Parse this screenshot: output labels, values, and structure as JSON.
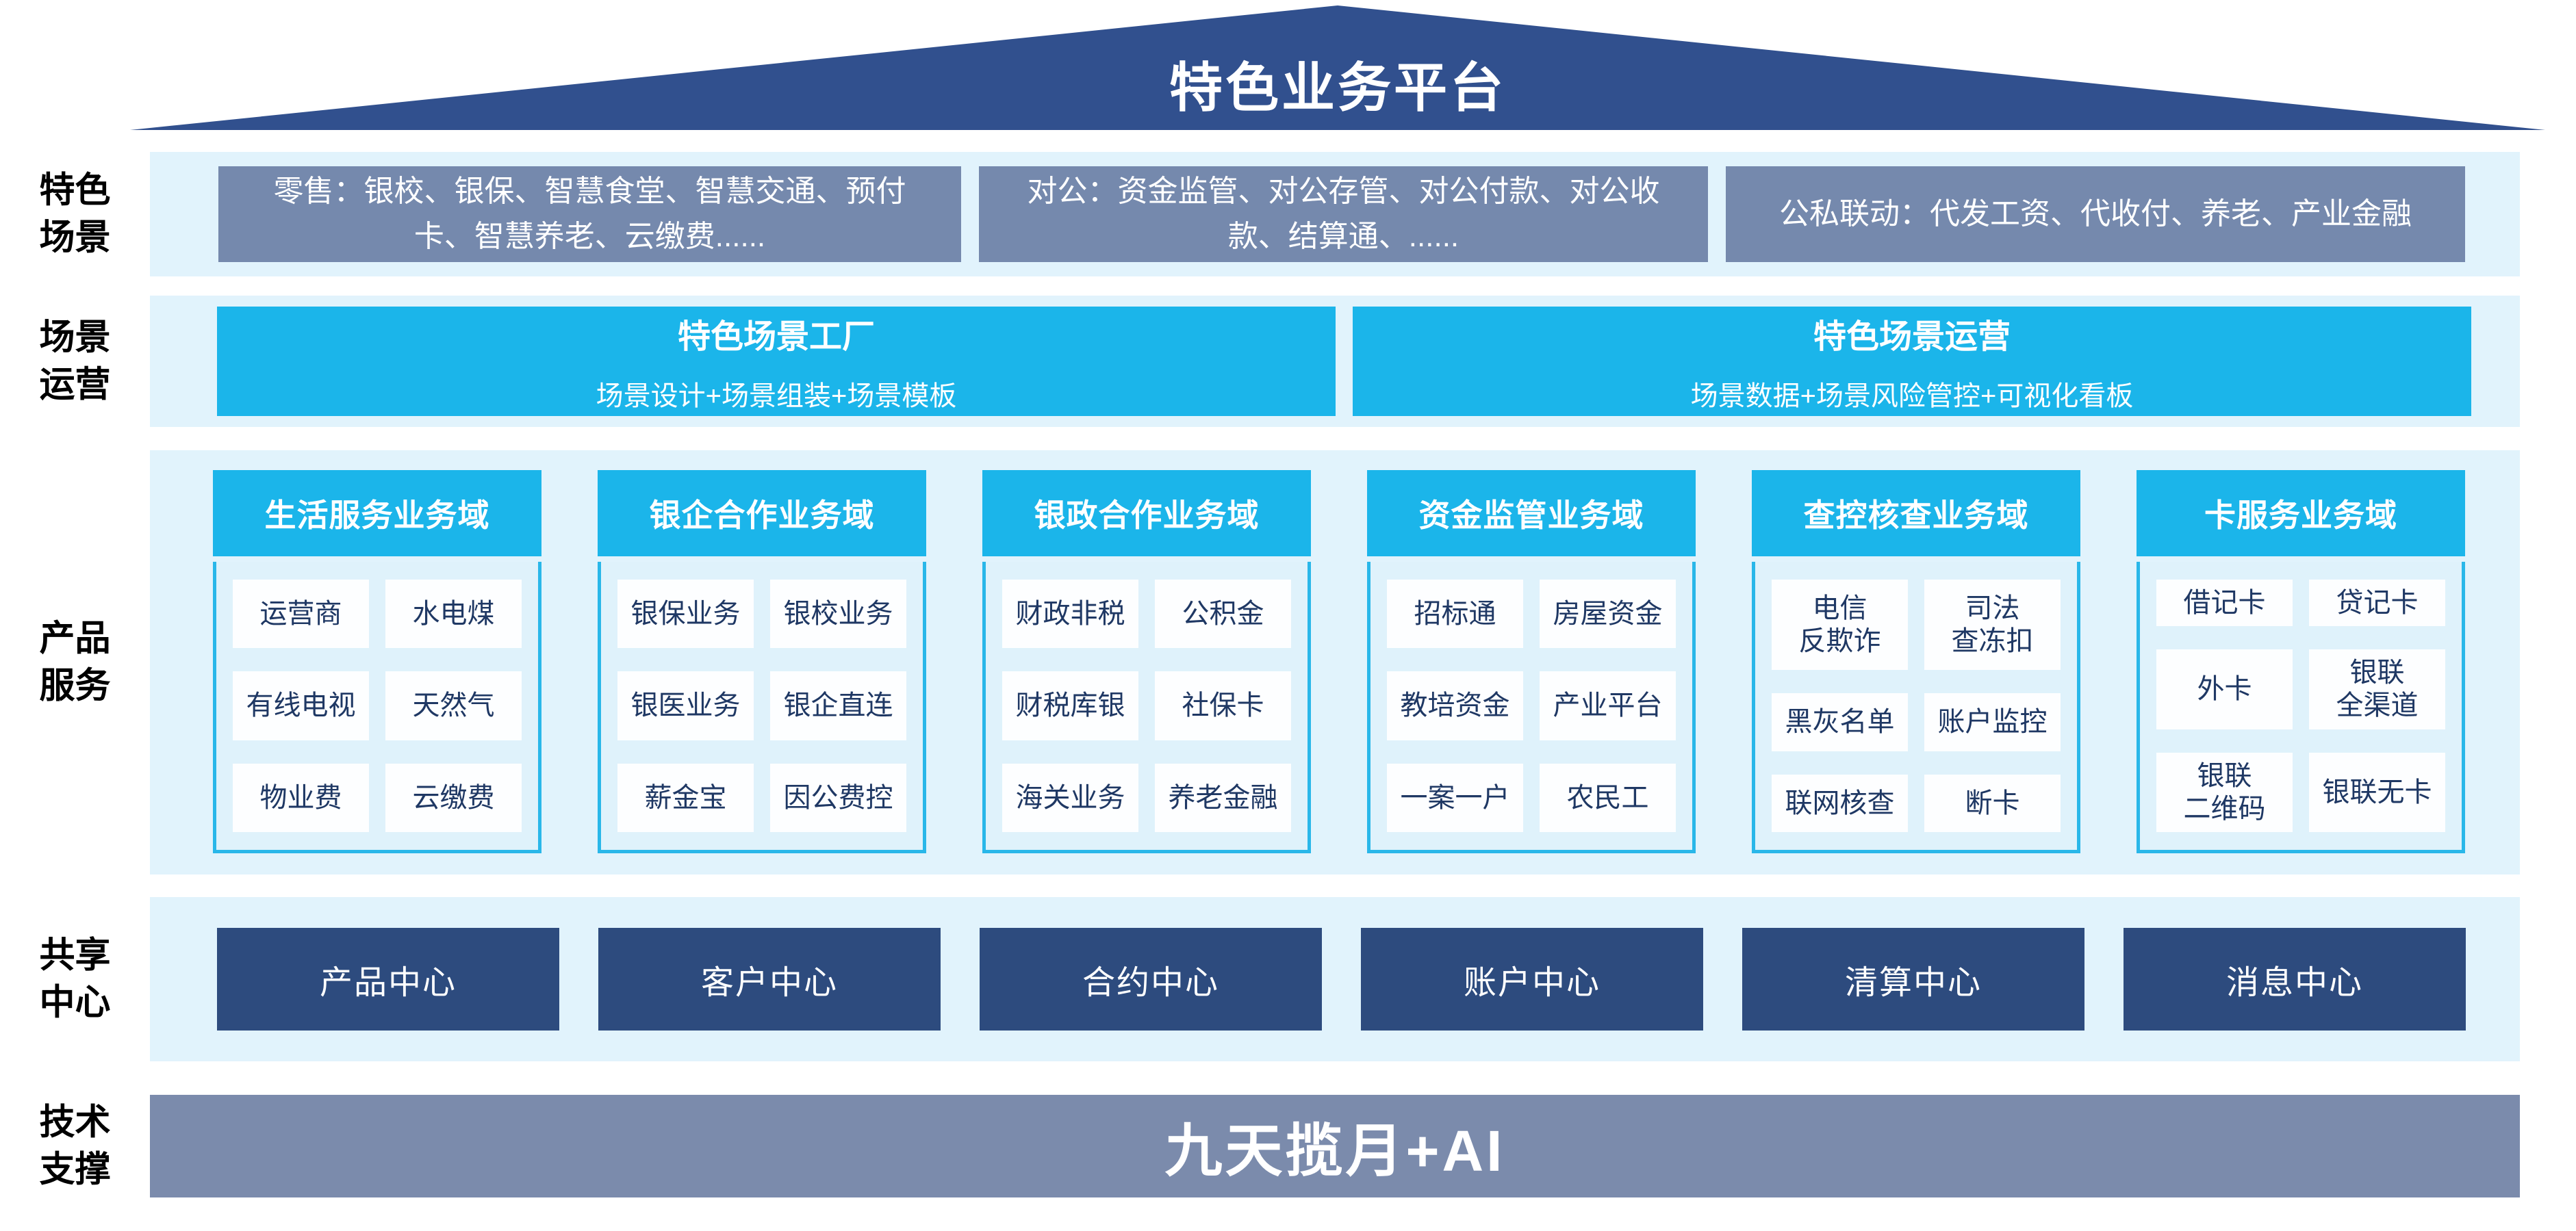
{
  "roof": {
    "title": "特色业务平台"
  },
  "side_labels": [
    {
      "text": "特色\n场景"
    },
    {
      "text": "场景\n运营"
    },
    {
      "text": "产品\n服务"
    },
    {
      "text": "共享\n中心"
    },
    {
      "text": "技术\n支撑"
    }
  ],
  "rows": {
    "scenes": {
      "boxes": [
        "零售：银校、银保、智慧食堂、智慧交通、预付\n卡、智慧养老、云缴费......",
        "对公：资金监管、对公存管、对公付款、对公收\n款、结算通、......",
        "公私联动：代发工资、代收付、养老、产业金融"
      ]
    },
    "operation": {
      "boxes": [
        {
          "title": "特色场景工厂",
          "subtitle": "场景设计+场景组装+场景模板"
        },
        {
          "title": "特色场景运营",
          "subtitle": "场景数据+场景风险管控+可视化看板"
        }
      ]
    },
    "products": {
      "columns": [
        {
          "header": "生活服务业务域",
          "cells": [
            "运营商",
            "水电煤",
            "有线电视",
            "天然气",
            "物业费",
            "云缴费"
          ]
        },
        {
          "header": "银企合作业务域",
          "cells": [
            "银保业务",
            "银校业务",
            "银医业务",
            "银企直连",
            "薪金宝",
            "因公费控"
          ]
        },
        {
          "header": "银政合作业务域",
          "cells": [
            "财政非税",
            "公积金",
            "财税库银",
            "社保卡",
            "海关业务",
            "养老金融"
          ]
        },
        {
          "header": "资金监管业务域",
          "cells": [
            "招标通",
            "房屋资金",
            "教培资金",
            "产业平台",
            "一案一户",
            "农民工"
          ]
        },
        {
          "header": "查控核查业务域",
          "cells": [
            "电信\n反欺诈",
            "司法\n查冻扣",
            "黑灰名单",
            "账户监控",
            "联网核查",
            "断卡"
          ]
        },
        {
          "header": "卡服务业务域",
          "cells": [
            "借记卡",
            "贷记卡",
            "外卡",
            "银联\n全渠道",
            "银联\n二维码",
            "银联无卡"
          ]
        }
      ]
    },
    "centers": {
      "boxes": [
        "产品中心",
        "客户中心",
        "合约中心",
        "账户中心",
        "清算中心",
        "消息中心"
      ]
    },
    "tech": {
      "title": "九天揽月+AI"
    }
  },
  "colors": {
    "roof": "#31508E",
    "band_background": "#E1F3FC",
    "scene_box": "#7589AD",
    "accent_cyan": "#1BB5EA",
    "panel_body": "#DFF2FB",
    "panel_border": "#29B7E9",
    "cell_text": "#1F3864",
    "center_box": "#2D4B7E",
    "tech_bar": "#7B8BAC"
  }
}
